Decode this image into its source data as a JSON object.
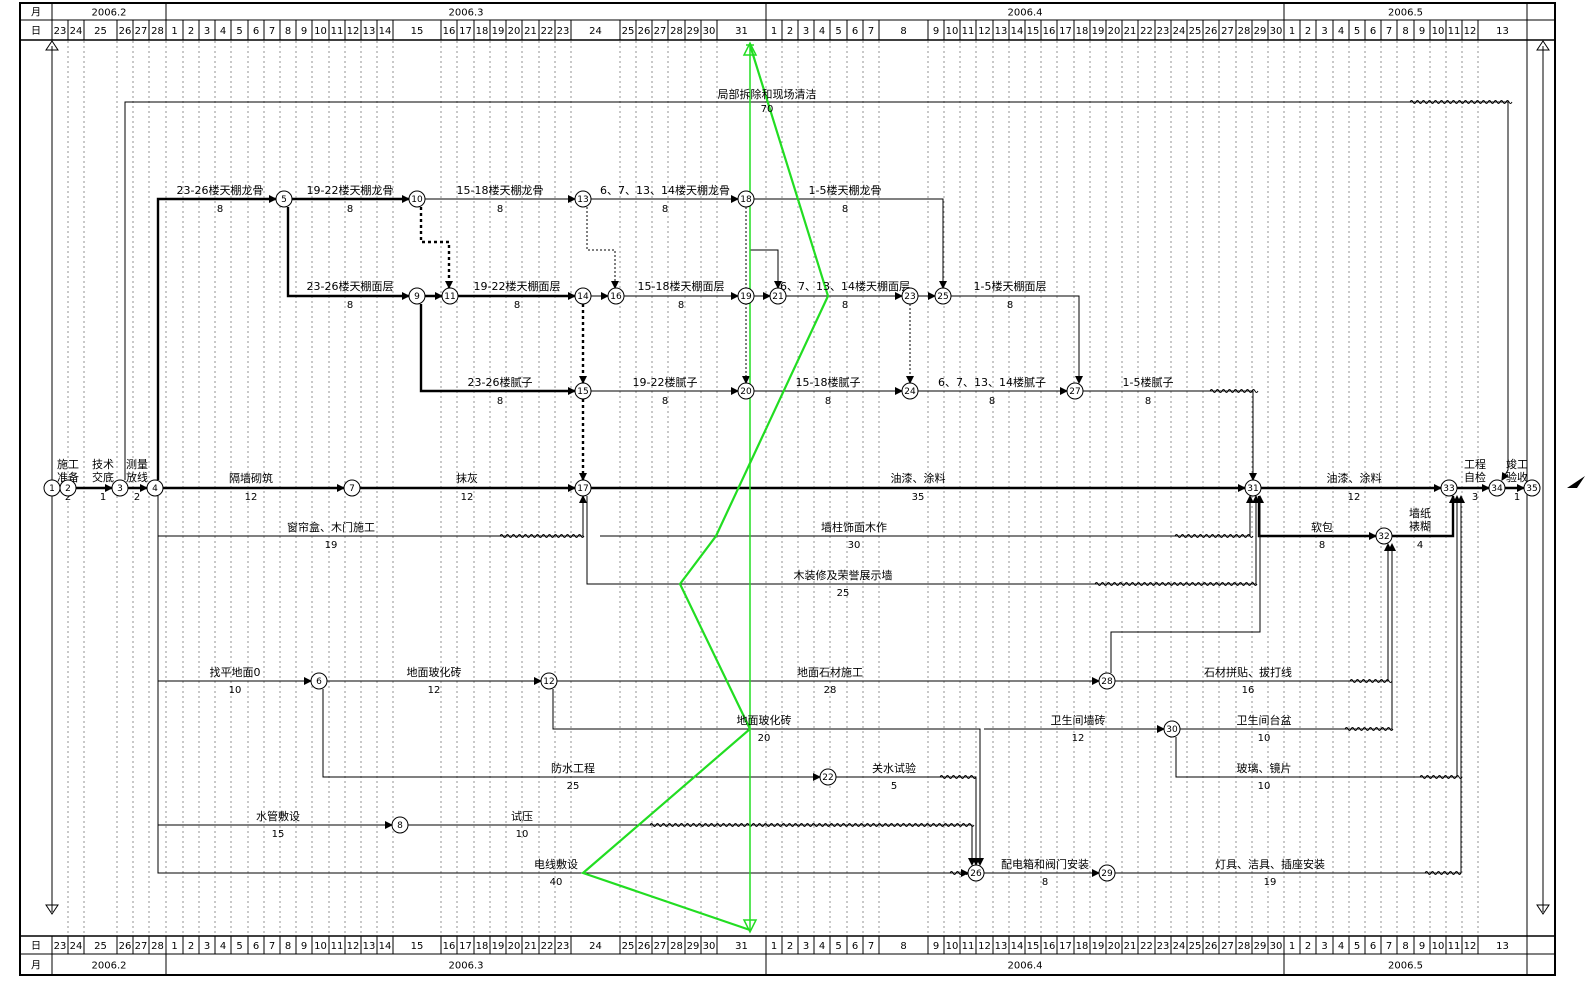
{
  "header": {
    "month_label": "月",
    "day_label": "日",
    "months": [
      {
        "label": "2006.2",
        "start": "0223",
        "end": "0228"
      },
      {
        "label": "2006.3",
        "start": "0301",
        "end": "0331"
      },
      {
        "label": "2006.4",
        "start": "0401",
        "end": "0430"
      },
      {
        "label": "2006.5",
        "start": "0501",
        "end": "0513"
      }
    ],
    "days": [
      "23",
      "24",
      "25",
      "26",
      "27",
      "28",
      "1",
      "2",
      "3",
      "4",
      "5",
      "6",
      "7",
      "8",
      "9",
      "10",
      "11",
      "12",
      "13",
      "14",
      "15",
      "16",
      "17",
      "18",
      "19",
      "20",
      "21",
      "22",
      "23",
      "24",
      "25",
      "26",
      "27",
      "28",
      "29",
      "30",
      "31",
      "1",
      "2",
      "3",
      "4",
      "5",
      "6",
      "7",
      "8",
      "9",
      "10",
      "11",
      "12",
      "13",
      "14",
      "15",
      "16",
      "17",
      "18",
      "19",
      "20",
      "21",
      "22",
      "23",
      "24",
      "25",
      "26",
      "27",
      "28",
      "29",
      "30",
      "1",
      "2",
      "3",
      "4",
      "5",
      "6",
      "7",
      "8",
      "9",
      "10",
      "11",
      "12",
      "13"
    ]
  },
  "nodes": [
    "1",
    "2",
    "3",
    "4",
    "5",
    "6",
    "7",
    "8",
    "9",
    "10",
    "11",
    "12",
    "13",
    "14",
    "15",
    "16",
    "17",
    "18",
    "19",
    "20",
    "21",
    "22",
    "23",
    "24",
    "25",
    "26",
    "27",
    "28",
    "29",
    "30",
    "31",
    "32",
    "33",
    "34",
    "35"
  ],
  "activities": [
    {
      "id": "a1",
      "name": "施工\n准备",
      "duration": "2",
      "from": "1",
      "to": "2",
      "critical": true
    },
    {
      "id": "a2",
      "name": "技术\n交底",
      "duration": "1",
      "from": "2",
      "to": "3",
      "critical": true
    },
    {
      "id": "a3",
      "name": "测量\n放线",
      "duration": "2",
      "from": "3",
      "to": "4",
      "critical": true
    },
    {
      "id": "a4",
      "name": "局部拆除和现场清洁",
      "duration": "70",
      "from": "3",
      "to": "34",
      "critical": false
    },
    {
      "id": "a5",
      "name": "23-26楼天棚龙骨",
      "duration": "8",
      "from": "4",
      "to": "5",
      "critical": true
    },
    {
      "id": "a6",
      "name": "19-22楼天棚龙骨",
      "duration": "8",
      "from": "5",
      "to": "10",
      "critical": true
    },
    {
      "id": "a7",
      "name": "15-18楼天棚龙骨",
      "duration": "8",
      "from": "10",
      "to": "13",
      "critical": false
    },
    {
      "id": "a8",
      "name": "6、7、13、14楼天棚龙骨",
      "duration": "8",
      "from": "13",
      "to": "18",
      "critical": false
    },
    {
      "id": "a9",
      "name": "1-5楼天棚龙骨",
      "duration": "8",
      "from": "18",
      "to": "25",
      "critical": false
    },
    {
      "id": "a10",
      "name": "23-26楼天棚面层",
      "duration": "8",
      "from": "5",
      "to": "9",
      "critical": true
    },
    {
      "id": "a11",
      "name": "19-22楼天棚面层",
      "duration": "8",
      "from": "11",
      "to": "14",
      "critical": true
    },
    {
      "id": "a12",
      "name": "15-18楼天棚面层",
      "duration": "8",
      "from": "16",
      "to": "19",
      "critical": false
    },
    {
      "id": "a13",
      "name": "6、7、13、14楼天棚面层",
      "duration": "8",
      "from": "21",
      "to": "23",
      "critical": false
    },
    {
      "id": "a14",
      "name": "1-5楼天棚面层",
      "duration": "8",
      "from": "25",
      "to": "27",
      "critical": false
    },
    {
      "id": "a15",
      "name": "23-26楼腻子",
      "duration": "8",
      "from": "9",
      "to": "15",
      "critical": true
    },
    {
      "id": "a16",
      "name": "19-22楼腻子",
      "duration": "8",
      "from": "15",
      "to": "20",
      "critical": false
    },
    {
      "id": "a17",
      "name": "15-18楼腻子",
      "duration": "8",
      "from": "20",
      "to": "24",
      "critical": false
    },
    {
      "id": "a18",
      "name": "6、7、13、14楼腻子",
      "duration": "8",
      "from": "24",
      "to": "27",
      "critical": false
    },
    {
      "id": "a19",
      "name": "1-5楼腻子",
      "duration": "8",
      "from": "27",
      "to": "31",
      "critical": false
    },
    {
      "id": "a20",
      "name": "隔墙砌筑",
      "duration": "12",
      "from": "4",
      "to": "7",
      "critical": true
    },
    {
      "id": "a21",
      "name": "抹灰",
      "duration": "12",
      "from": "7",
      "to": "17",
      "critical": true
    },
    {
      "id": "a22",
      "name": "油漆、涂料",
      "duration": "35",
      "from": "17",
      "to": "31",
      "critical": true
    },
    {
      "id": "a23",
      "name": "油漆、涂料",
      "duration": "12",
      "from": "31",
      "to": "33",
      "critical": true
    },
    {
      "id": "a24",
      "name": "工程\n自检",
      "duration": "3",
      "from": "33",
      "to": "34",
      "critical": true
    },
    {
      "id": "a25",
      "name": "竣工\n验收",
      "duration": "1",
      "from": "34",
      "to": "35",
      "critical": true
    },
    {
      "id": "a26",
      "name": "窗帘盒、木门施工",
      "duration": "19",
      "from": "4",
      "to": "17",
      "critical": false
    },
    {
      "id": "a27",
      "name": "墙柱饰面木作",
      "duration": "30",
      "from": "17",
      "to": "31",
      "critical": false
    },
    {
      "id": "a28",
      "name": "软包",
      "duration": "8",
      "from": "31",
      "to": "32",
      "critical": true
    },
    {
      "id": "a29",
      "name": "墙纸\n裱糊",
      "duration": "4",
      "from": "32",
      "to": "33",
      "critical": true
    },
    {
      "id": "a30",
      "name": "木装修及荣誉展示墙",
      "duration": "25",
      "from": "17",
      "to": "31",
      "critical": false
    },
    {
      "id": "a31",
      "name": "找平地面0",
      "duration": "10",
      "from": "4",
      "to": "6",
      "critical": false
    },
    {
      "id": "a32",
      "name": "地面玻化砖",
      "duration": "12",
      "from": "6",
      "to": "12",
      "critical": false
    },
    {
      "id": "a33",
      "name": "地面石材施工",
      "duration": "28",
      "from": "12",
      "to": "28",
      "critical": false
    },
    {
      "id": "a34",
      "name": "石材拼贴、拔打线",
      "duration": "16",
      "from": "28",
      "to": "32",
      "critical": false
    },
    {
      "id": "a35",
      "name": "地面玻化砖",
      "duration": "20",
      "from": "12",
      "to": "26",
      "critical": false
    },
    {
      "id": "a36",
      "name": "卫生间墙砖",
      "duration": "12",
      "from": "26",
      "to": "30",
      "critical": false
    },
    {
      "id": "a37",
      "name": "卫生间台盆",
      "duration": "10",
      "from": "30",
      "to": "32",
      "critical": false
    },
    {
      "id": "a38",
      "name": "防水工程",
      "duration": "25",
      "from": "6",
      "to": "22",
      "critical": false
    },
    {
      "id": "a39",
      "name": "关水试验",
      "duration": "5",
      "from": "22",
      "to": "26",
      "critical": false
    },
    {
      "id": "a40",
      "name": "玻璃、镜片",
      "duration": "10",
      "from": "30",
      "to": "33",
      "critical": false
    },
    {
      "id": "a41",
      "name": "水管敷设",
      "duration": "15",
      "from": "4",
      "to": "8",
      "critical": false
    },
    {
      "id": "a42",
      "name": "试压",
      "duration": "10",
      "from": "8",
      "to": "26",
      "critical": false
    },
    {
      "id": "a43",
      "name": "电线敷设",
      "duration": "40",
      "from": "4",
      "to": "26",
      "critical": false
    },
    {
      "id": "a44",
      "name": "配电箱和阀门安装",
      "duration": "8",
      "from": "26",
      "to": "29",
      "critical": false
    },
    {
      "id": "a45",
      "name": "灯具、洁具、插座安装",
      "duration": "19",
      "from": "29",
      "to": "33",
      "critical": false
    }
  ],
  "colors": {
    "line": "#000000",
    "progress_line": "#22dd22",
    "grid": "#666666",
    "background": "#ffffff"
  }
}
